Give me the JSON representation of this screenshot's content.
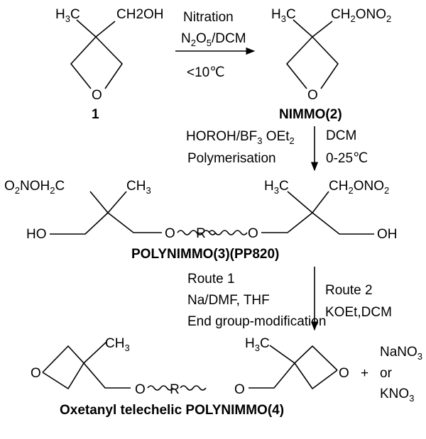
{
  "compound1": {
    "methyl": {
      "main": "H",
      "sub": "3",
      "tail": "C"
    },
    "substituent": "CH2OH",
    "ring_o": "O",
    "number": "1"
  },
  "step1": {
    "line1": "Nitration",
    "line2": {
      "a": "N",
      "b": "2",
      "c": "O",
      "d": "5",
      "e": "/DCM"
    },
    "line3": "<10℃"
  },
  "compound2": {
    "methyl": {
      "main": "H",
      "sub": "3",
      "tail": "C"
    },
    "substituent": {
      "a": "CH",
      "b": "2",
      "c": "ONO",
      "d": "2"
    },
    "ring_o": "O",
    "label": "NIMMO(2)"
  },
  "step2": {
    "left1": {
      "a": "HOROH/BF",
      "b": "3",
      "c": " OEt",
      "d": "2"
    },
    "left2": "Polymerisation",
    "right1": "DCM",
    "right2": "0-25℃"
  },
  "compound3": {
    "left_sub": {
      "a": "O",
      "b": "2",
      "c": "NOH",
      "d": "2",
      "e": "C"
    },
    "left_methyl": {
      "a": "CH",
      "b": "3"
    },
    "right_methyl": {
      "a": "H",
      "b": "3",
      "c": "C"
    },
    "right_sub": {
      "a": "CH",
      "b": "2",
      "c": "ONO",
      "d": "2"
    },
    "ho_left": "HO",
    "oh_right": "OH",
    "o_left": "O",
    "r": "R",
    "o_right": "O",
    "label": "POLYNIMMO(3)(PP820)"
  },
  "step3": {
    "left1": "Route 1",
    "left2": "Na/DMF, THF",
    "left3": "End group-modification",
    "right1": "Route 2",
    "right2": "KOEt,DCM"
  },
  "compound4": {
    "ring_o_left": "O",
    "left_methyl": {
      "a": "CH",
      "b": "3"
    },
    "right_methyl": {
      "a": "H",
      "b": "3",
      "c": "C"
    },
    "ring_o_right": "O",
    "o_left": "O",
    "r": "R",
    "o_right": "O",
    "plus": "+",
    "byproduct1": {
      "a": "NaNO",
      "b": "3"
    },
    "or": "or",
    "byproduct2": {
      "a": "KNO",
      "b": "3"
    },
    "label": "Oxetanyl telechelic POLYNIMMO(4)"
  }
}
